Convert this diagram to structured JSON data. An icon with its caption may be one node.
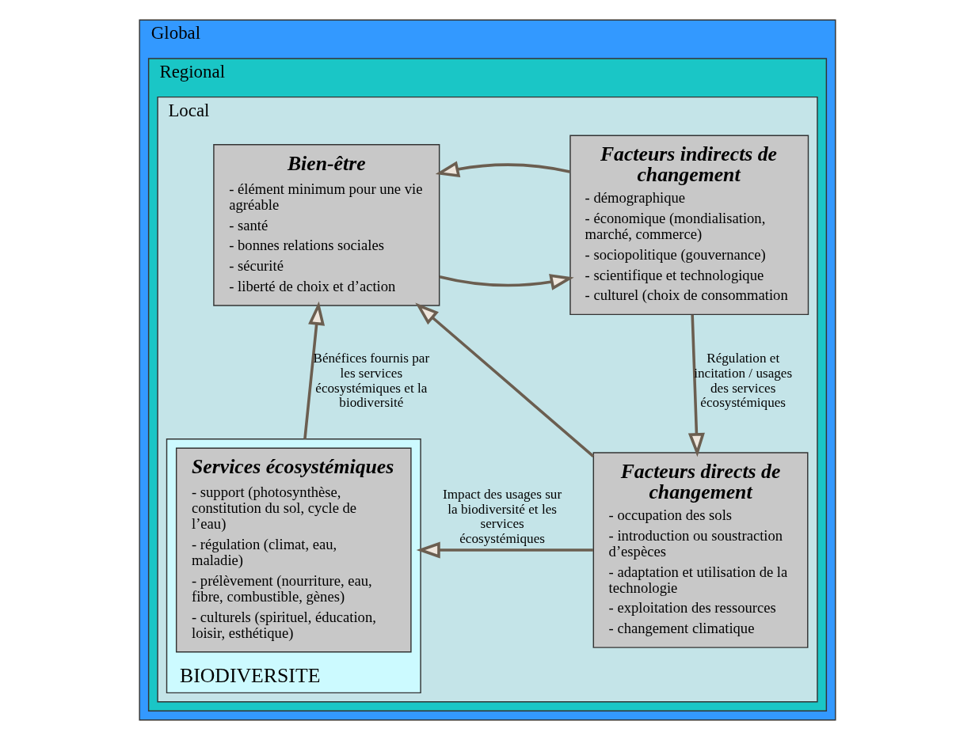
{
  "diagram": {
    "nodes": [
      {
        "text": [
          "Global"
        ]
      },
      {
        "text": [
          "Regional"
        ],
        "in": 0
      },
      {
        "text": [
          "Local"
        ],
        "in": 1
      },
      {
        "text": [
          "Bien-être",
          "- élément minimum pour une vie agréable",
          "- santé",
          "- bonnes relations sociales",
          "- sécurité",
          "- liberté de choix et d’action"
        ],
        "in": 2
      },
      {
        "text": [
          "Facteurs indirects de changement",
          "- démographique",
          "- économique (mondialisation, marché, commerce)",
          "- sociopolitique (gouvernance)",
          "- scientifique et technologique",
          "- culturel (choix de consommation"
        ],
        "in": 2
      },
      {
        "text": [
          "BIODIVERSITE"
        ],
        "in": 2
      },
      {
        "text": [
          "Services écosystémiques",
          "- support (photosynthèse, constitution du sol, cycle de l’eau)",
          "- régulation (climat, eau, maladie)",
          "- prélèvement (nourriture, eau, fibre, combustible, gènes)",
          "- culturels (spirituel, éducation, loisir, esthétique)"
        ],
        "in": 5
      },
      {
        "text": [
          "Facteurs directs de changement",
          "- occupation des sols",
          "- introduction ou soustraction d’espèces",
          "- adaptation et utilisation de la technologie",
          "- exploitation des ressources",
          "- changement climatique"
        ],
        "in": 2
      }
    ],
    "edges": [
      {
        "from": 3,
        "to": 4,
        "arrow": "to"
      },
      {
        "from": 4,
        "to": 3,
        "arrow": "to"
      },
      {
        "from": 5,
        "to": 3,
        "arrow": "to",
        "label": "Bénéfices fournis par les services écosystémiques et la biodiversité"
      },
      {
        "from": 4,
        "to": 7,
        "arrow": "to",
        "label": "Régulation et incitation / usages des services écosystémiques"
      },
      {
        "from": 7,
        "to": 3,
        "arrow": "to"
      },
      {
        "from": 7,
        "to": 5,
        "arrow": "to",
        "label": "Impact des usages sur la biodiversité et les services écosystémiques"
      }
    ]
  }
}
